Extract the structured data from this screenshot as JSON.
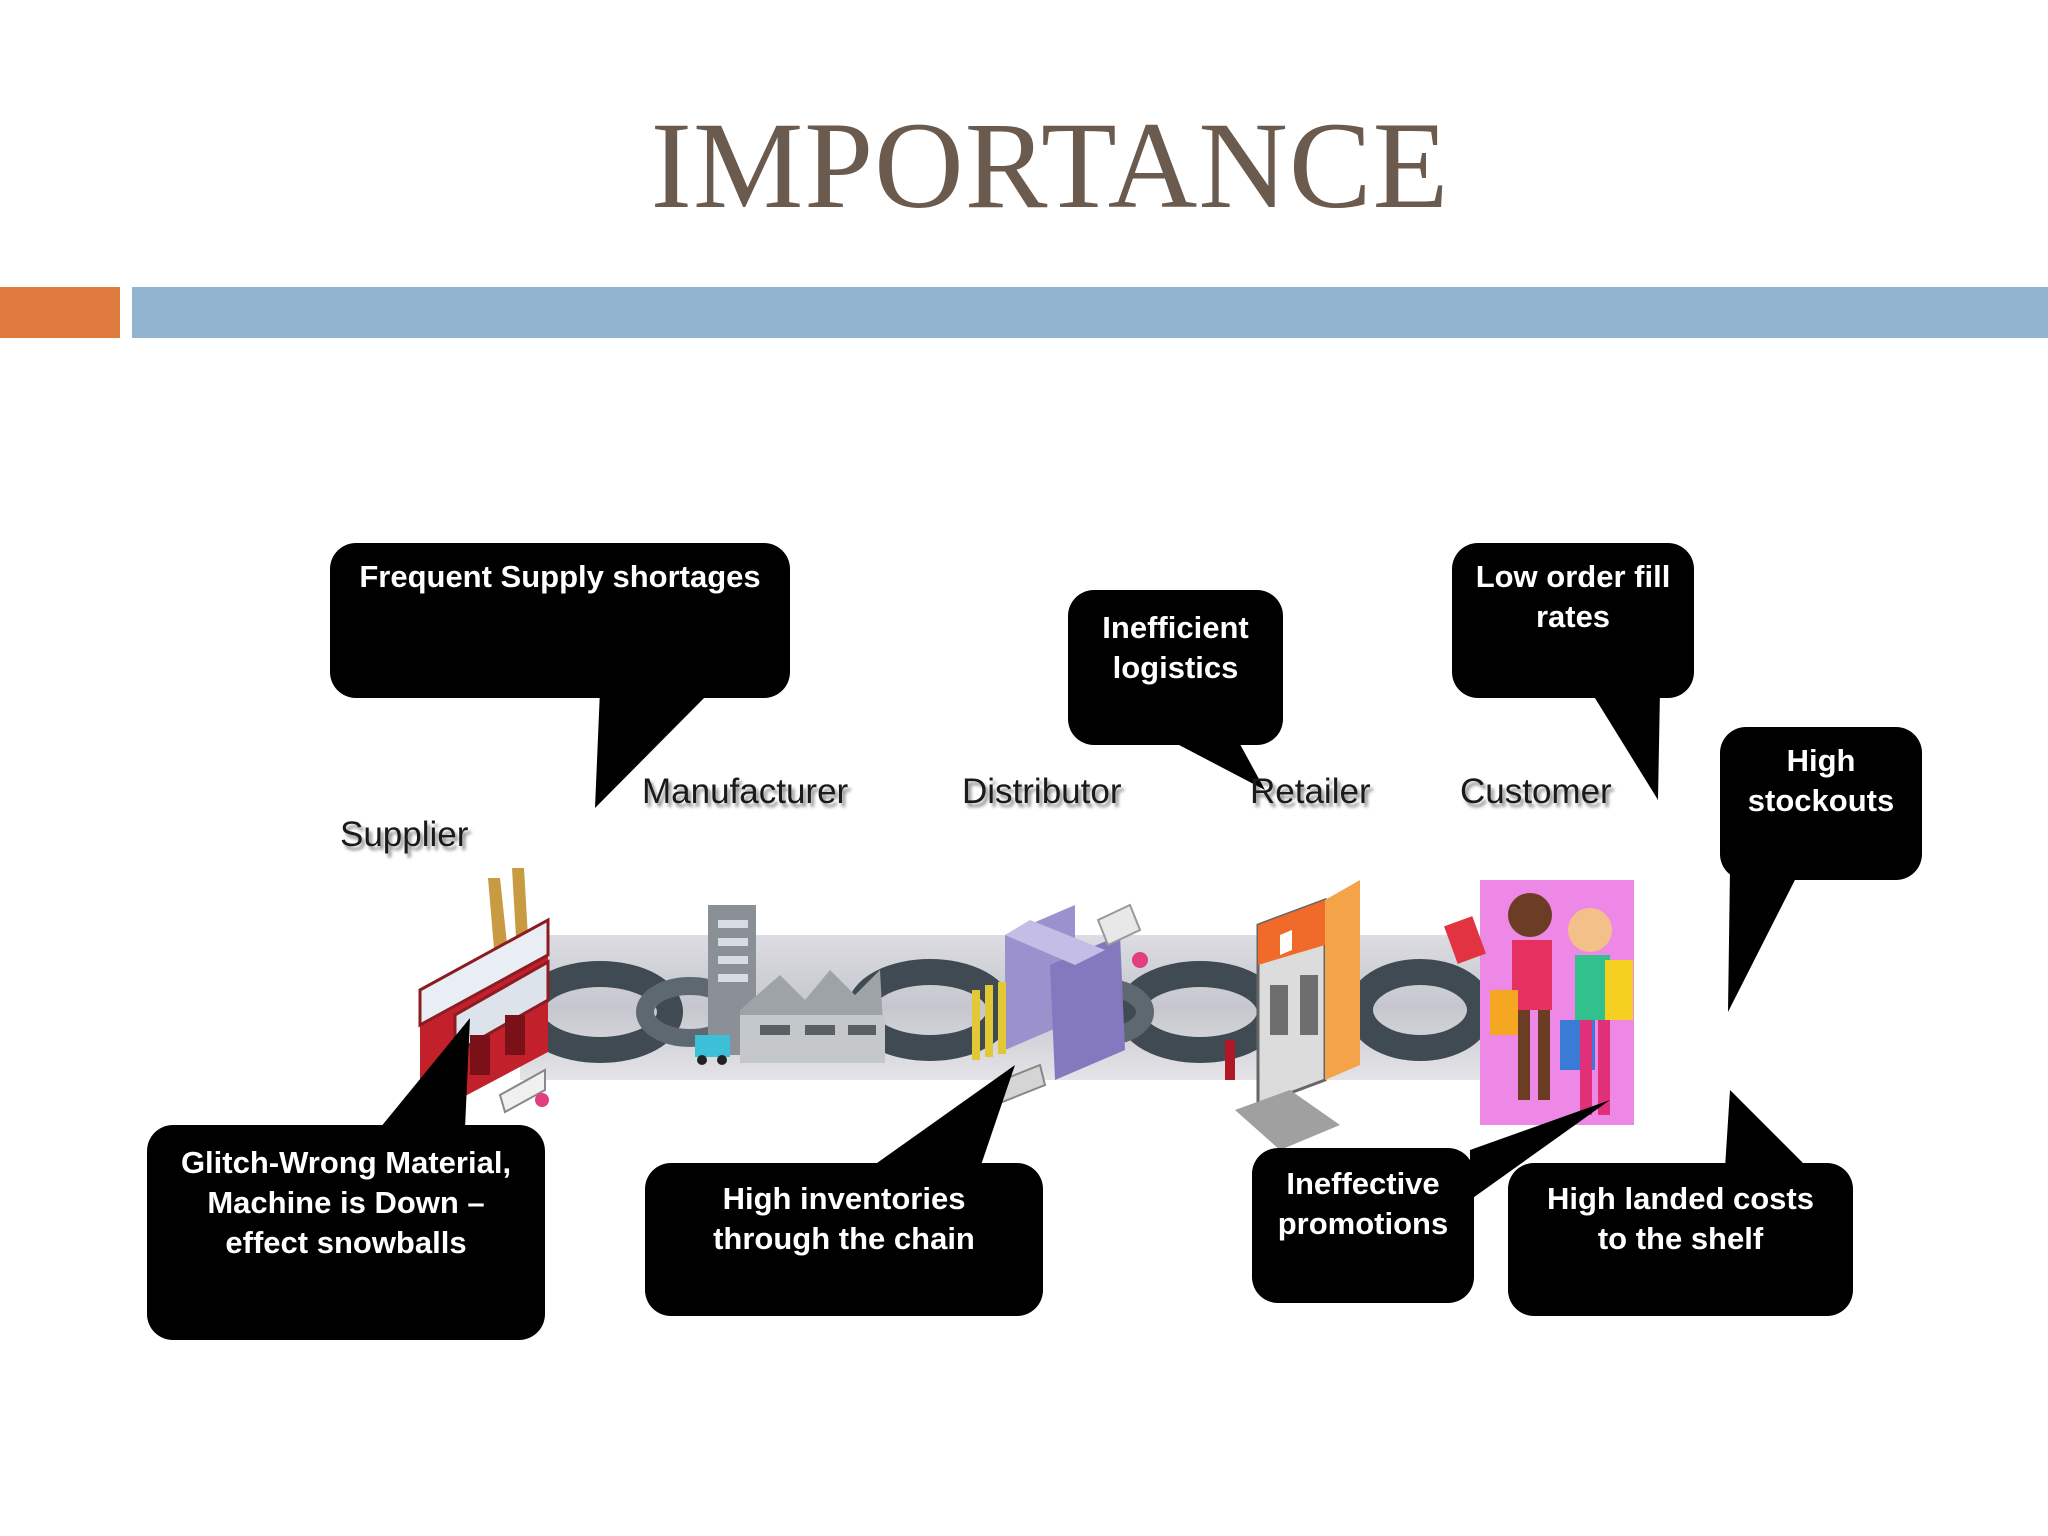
{
  "slide": {
    "title": "IMPORTANCE",
    "colors": {
      "title": "#6b5a4e",
      "accent_orange": "#e07b3f",
      "accent_blue": "#93b4cf",
      "callout": "#000000"
    }
  },
  "diagram": {
    "stages": {
      "supplier": "Supplier",
      "manufacturer": "Manufacturer",
      "distributor": "Distributor",
      "retailer": "Retailer",
      "customer": "Customer"
    },
    "callouts": {
      "supply_shortages": "Frequent Supply shortages",
      "inefficient_logistics": [
        "Inefficient",
        "logistics"
      ],
      "low_fill_rates": [
        "Low order fill",
        "rates"
      ],
      "high_stockouts": [
        "High",
        "stockouts"
      ],
      "glitch": [
        "Glitch-Wrong Material,",
        "Machine is Down –",
        "effect snowballs"
      ],
      "high_inventories": [
        "High inventories",
        "through the chain"
      ],
      "ineffective_promotions": [
        "Ineffective",
        "promotions"
      ],
      "high_landed_costs": [
        "High landed costs",
        "to the shelf"
      ]
    },
    "icons": [
      "factory-icon",
      "warehouse-icon",
      "distribution-center-icon",
      "retail-store-icon",
      "shoppers-icon",
      "chain-icon"
    ]
  }
}
